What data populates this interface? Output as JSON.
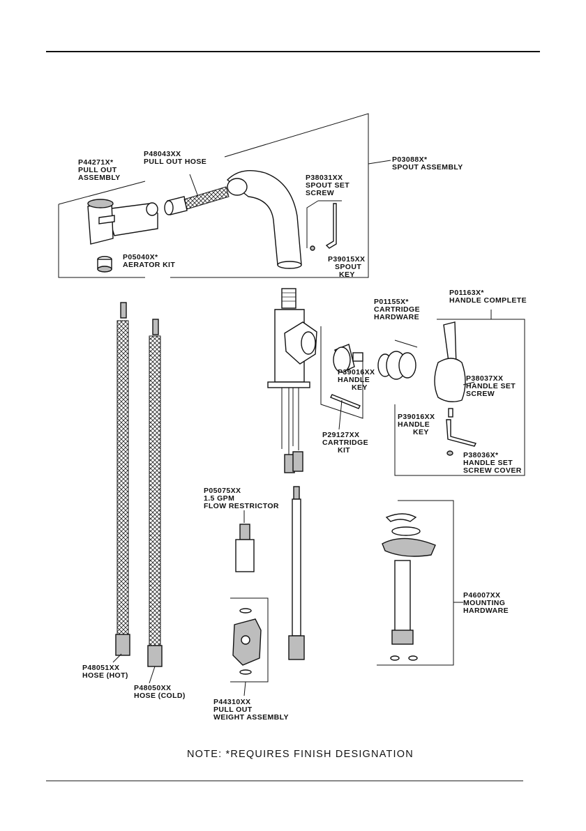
{
  "colors": {
    "ink": "#111111",
    "shade": "#bdbdbd",
    "background": "#ffffff"
  },
  "callouts": {
    "pull_out_assembly": [
      "P44271X*",
      "PULL OUT",
      "ASSEMBLY"
    ],
    "pull_out_hose": [
      "P48043XX",
      "PULL OUT HOSE"
    ],
    "spout_assembly": [
      "P03088X*",
      "SPOUT ASSEMBLY"
    ],
    "spout_set_screw": [
      "P38031XX",
      "SPOUT SET",
      "SCREW"
    ],
    "spout_key": [
      "P39015XX",
      "SPOUT",
      "KEY"
    ],
    "aerator_kit": [
      "P05040X*",
      "AERATOR KIT"
    ],
    "cartridge_hardware": [
      "P01155X*",
      "CARTRIDGE",
      "HARDWARE"
    ],
    "handle_complete": [
      "P01163X*",
      "HANDLE COMPLETE"
    ],
    "handle_key_cartridge": [
      "P39016XX",
      "HANDLE",
      "KEY"
    ],
    "handle_set_screw": [
      "P38037XX",
      "HANDLE SET",
      "SCREW"
    ],
    "handle_key_handle": [
      "P39016XX",
      "HANDLE",
      "KEY"
    ],
    "cartridge_kit": [
      "P29127XX",
      "CARTRIDGE",
      "KIT"
    ],
    "handle_set_screw_cover": [
      "P38036X*",
      "HANDLE SET",
      "SCREW COVER"
    ],
    "flow_restrictor": [
      "P05075XX",
      "1.5 GPM",
      "FLOW RESTRICTOR"
    ],
    "mounting_hardware": [
      "P46007XX",
      "MOUNTING",
      "HARDWARE"
    ],
    "hose_hot": [
      "P48051XX",
      "HOSE (HOT)"
    ],
    "hose_cold": [
      "P48050XX",
      "HOSE (COLD)"
    ],
    "weight_assembly": [
      "P44310XX",
      "PULL OUT",
      "WEIGHT ASSEMBLY"
    ]
  },
  "note": "NOTE: *REQUIRES FINISH DESIGNATION"
}
